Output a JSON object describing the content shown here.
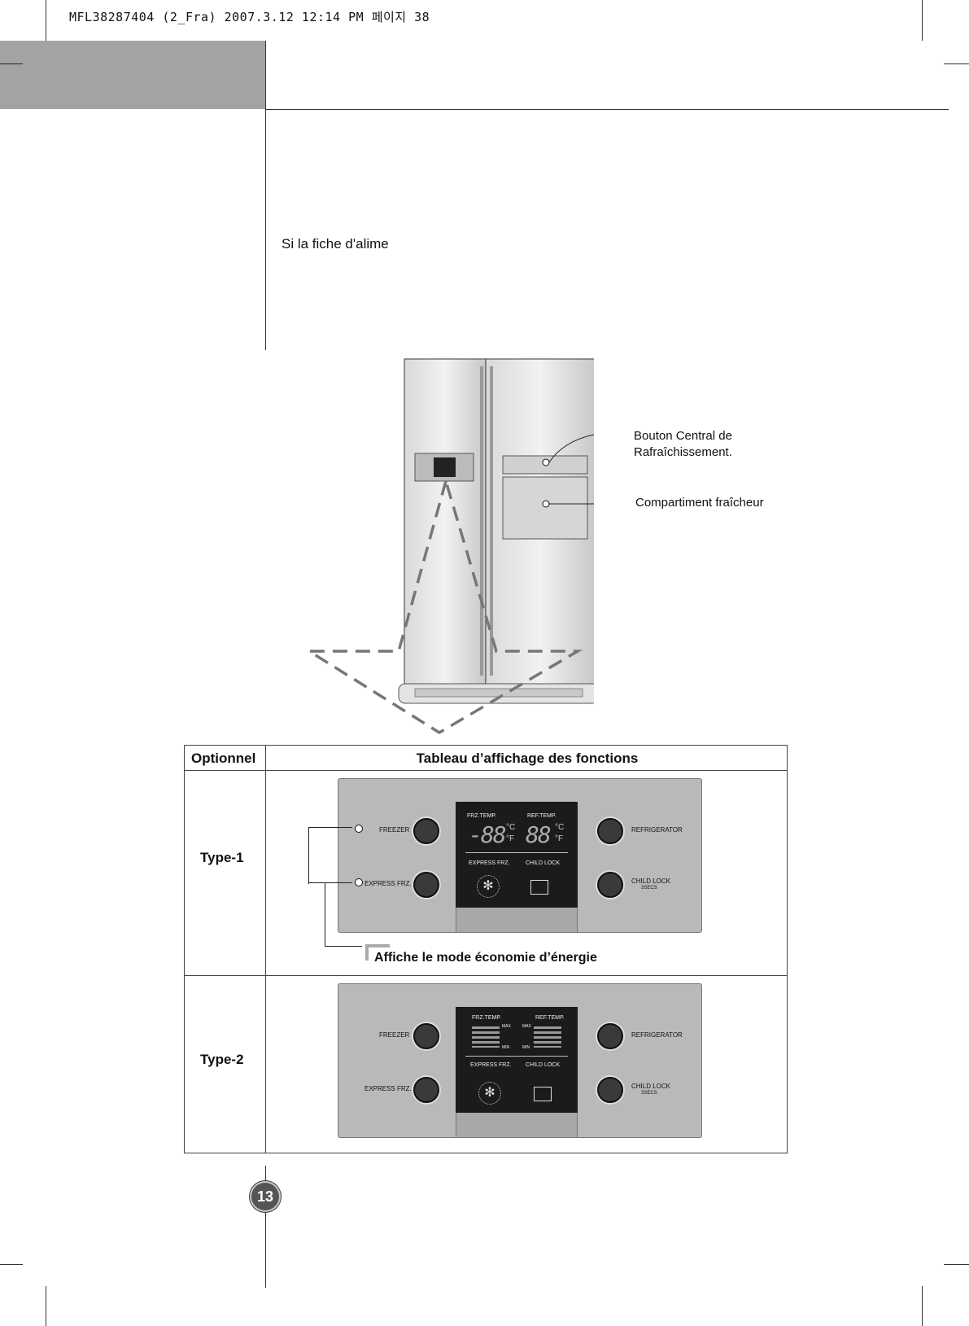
{
  "header": {
    "file_line": "MFL38287404 (2_Fra) 2007.3.12 12:14 PM 페이지 38"
  },
  "intro": {
    "text": "Si la fiche d'alime"
  },
  "callouts": {
    "button": "Bouton Central de\nRafraîchissement.",
    "compartment": "Compartiment fraîcheur"
  },
  "table": {
    "col_option": "Optionnel",
    "col_title": "Tableau d’affichage des fonctions",
    "rows": [
      {
        "type": "Type-1",
        "labels": {
          "freezer": "FREEZER",
          "express": "EXPRESS FRZ.",
          "refrigerator": "REFRIGERATOR",
          "child_lock": "CHILD LOCK",
          "secs": "3SECS",
          "frz_temp": "FRZ.TEMP.",
          "ref_temp": "REF.TEMP.",
          "display_express": "EXPRESS FRZ.",
          "display_child": "CHILD LOCK",
          "frz_digits": "-88",
          "ref_digits": "88",
          "celsius": "°C",
          "fahrenheit": "°F"
        },
        "note": "Affiche le mode économie d’énergie"
      },
      {
        "type": "Type-2",
        "labels": {
          "freezer": "FREEZER",
          "express": "EXPRESS FRZ.",
          "refrigerator": "REFRIGERATOR",
          "child_lock": "CHILD LOCK",
          "secs": "3SECS",
          "frz_temp": "FRZ.TEMP.",
          "ref_temp": "REF.TEMP.",
          "display_express": "EXPRESS FRZ.",
          "display_child": "CHILD LOCK",
          "max": "MAX",
          "min": "MIN"
        }
      }
    ]
  },
  "page_number": "13"
}
